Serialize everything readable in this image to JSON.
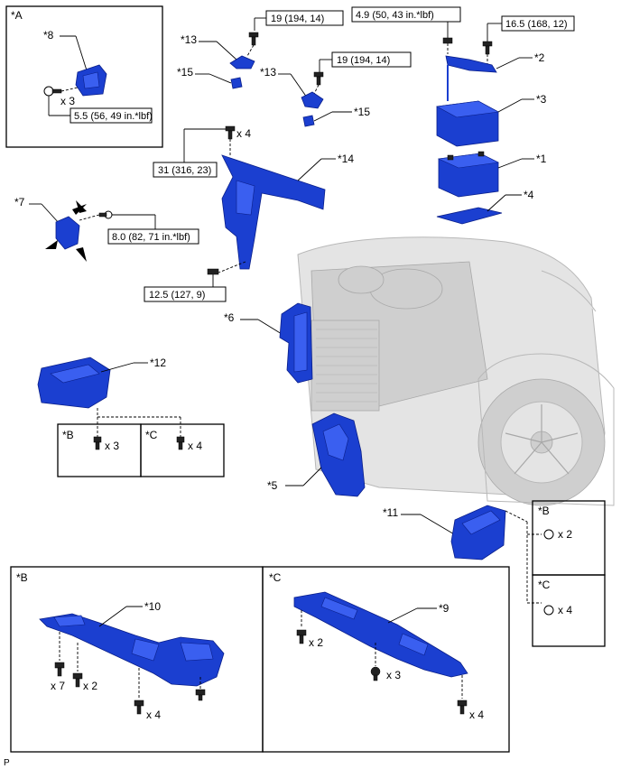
{
  "figure_code": "P",
  "labels": {
    "panel_a": "*A",
    "part_1": "*1",
    "part_2": "*2",
    "part_3": "*3",
    "part_4": "*4",
    "part_5": "*5",
    "part_6": "*6",
    "part_7": "*7",
    "part_8": "*8",
    "part_9": "*9",
    "part_10": "*10",
    "part_11": "*11",
    "part_12": "*12",
    "part_13a": "*13",
    "part_13b": "*13",
    "part_14": "*14",
    "part_15a": "*15",
    "part_15b": "*15",
    "legend_b": "*B",
    "legend_c": "*C",
    "panel_b": "*B",
    "panel_c": "*C",
    "right_b": "*B",
    "right_c": "*C"
  },
  "torques": {
    "t_8": "5.5 (56, 49 in.*lbf)",
    "t_13a": "19 (194, 14)",
    "t_13b": "19 (194, 14)",
    "t_battery_terminal": "4.9 (50, 43 in.*lbf)",
    "t_2": "16.5 (168, 12)",
    "t_14": "31 (316, 23)",
    "t_7": "8.0 (82, 71 in.*lbf)",
    "t_14_lower": "12.5 (127, 9)"
  },
  "counts": {
    "a_bolts": "x 3",
    "bolts_14": "x 4",
    "legend_b": "x 3",
    "legend_c": "x 4",
    "right_b": "x 2",
    "right_c": "x 4",
    "p10_x7": "x 7",
    "p10_x2": "x 2",
    "p10_x4": "x 4",
    "p9_x2": "x 2",
    "p9_x3": "x 3",
    "p9_x4": "x 4"
  },
  "colors": {
    "part": "#1b3fd0",
    "line": "#000000",
    "vehicle": "#e4e4e4"
  }
}
